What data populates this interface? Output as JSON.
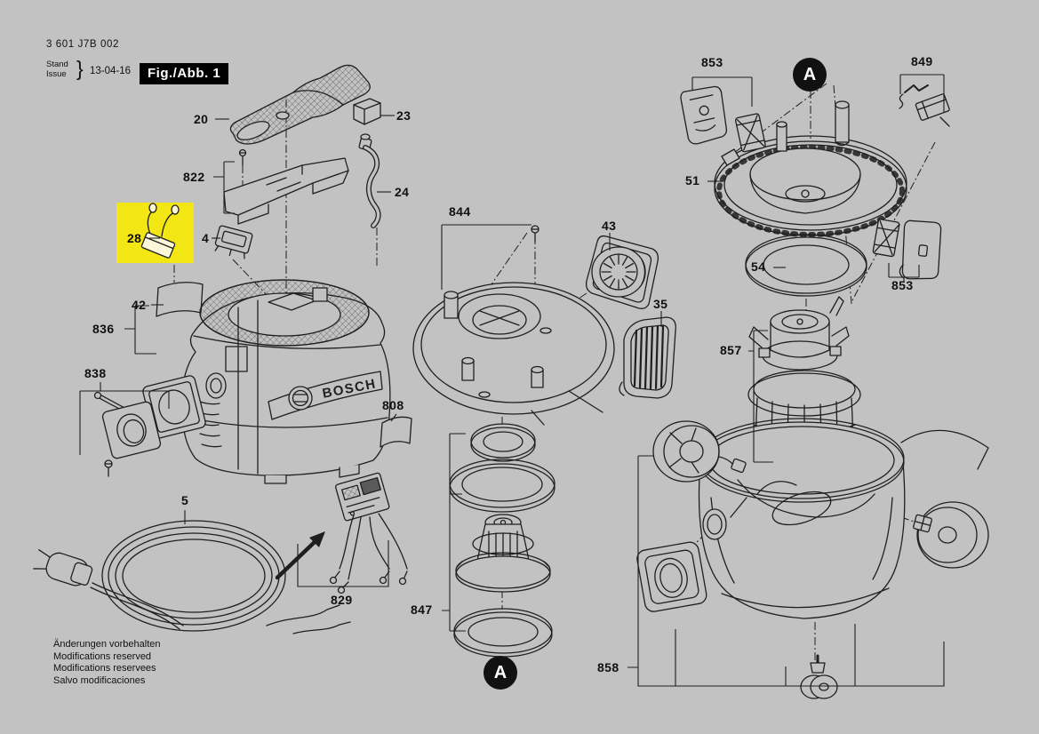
{
  "header": {
    "part_number": "3 601 J7B 002",
    "stand_label": "Stand",
    "issue_label": "Issue",
    "brace": "}",
    "issue_date": "13-04-16",
    "figure_label": "Fig./Abb. 1"
  },
  "footer": {
    "lines": [
      "Änderungen vorbehalten",
      "Modifications reserved",
      "Modifications reservees",
      "Salvo modificaciones"
    ]
  },
  "brand_logo_text": "BOSCH",
  "section_markers": {
    "top": "A",
    "bottom": "A"
  },
  "highlight": {
    "part": "28",
    "color": "#f2e715"
  },
  "colors": {
    "background": "#c2c2c2",
    "line": "#1f1f1f",
    "figure_box_bg": "#000000",
    "figure_box_fg": "#ffffff"
  },
  "parts": [
    {
      "label": "20"
    },
    {
      "label": "23"
    },
    {
      "label": "822"
    },
    {
      "label": "24"
    },
    {
      "label": "28",
      "highlighted": true
    },
    {
      "label": "4"
    },
    {
      "label": "42"
    },
    {
      "label": "836"
    },
    {
      "label": "838"
    },
    {
      "label": "5"
    },
    {
      "label": "829"
    },
    {
      "label": "844"
    },
    {
      "label": "43"
    },
    {
      "label": "35"
    },
    {
      "label": "808"
    },
    {
      "label": "847"
    },
    {
      "label": "853"
    },
    {
      "label": "849"
    },
    {
      "label": "51"
    },
    {
      "label": "54"
    },
    {
      "label": "853"
    },
    {
      "label": "857"
    },
    {
      "label": "858"
    }
  ]
}
